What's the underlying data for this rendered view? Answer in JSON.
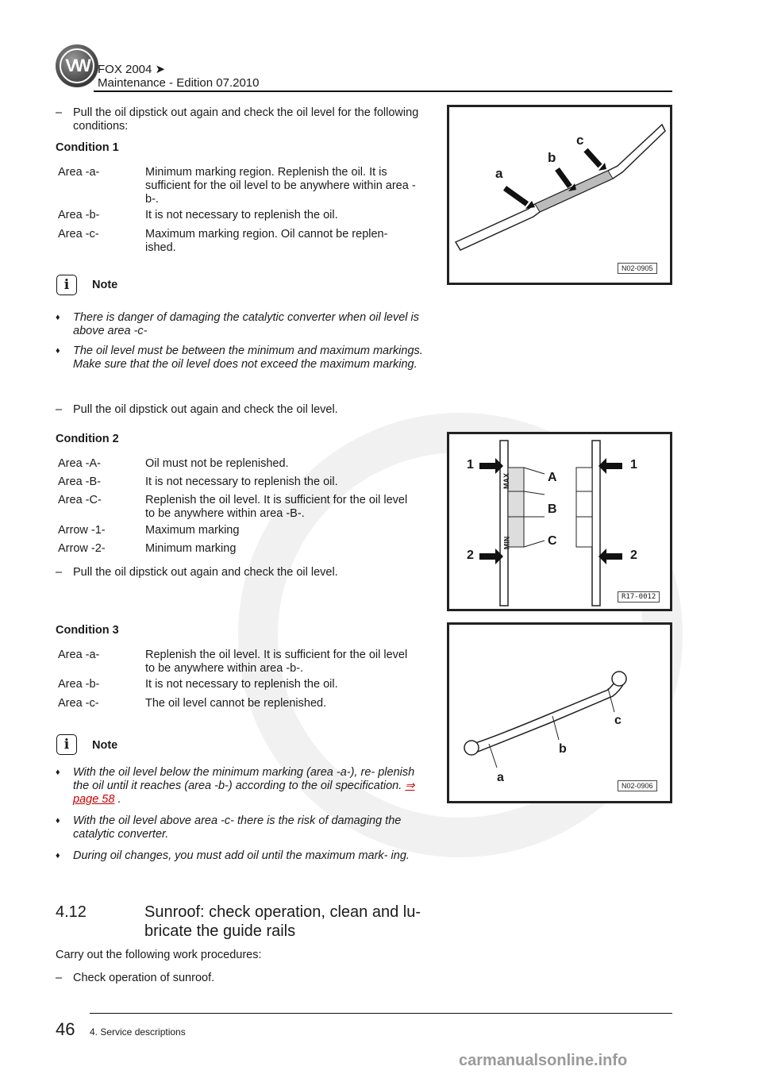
{
  "header": {
    "title": "FOX 2004 ➤",
    "subtitle": "Maintenance - Edition 07.2010",
    "logo_mark": "VW"
  },
  "section1": {
    "step1": "Pull the oil dipstick out again and check the oil level for the following conditions:",
    "condition1_title": "Condition 1",
    "condition1_rows": [
      {
        "term": "Area -a-",
        "desc": "Minimum marking region. Replenish the oil. It is sufficient for the oil level to be anywhere within area -b-."
      },
      {
        "term": "Area -b-",
        "desc": "It is not necessary to replenish the oil."
      },
      {
        "term": "Area -c-",
        "desc": "Maximum marking region. Oil cannot be replen- ished."
      }
    ],
    "note_label": "Note",
    "note1_bullets": [
      "There is danger of damaging the catalytic converter when oil level is above area -c-",
      "The oil level must be between the minimum and maximum markings. Make sure that the oil level does not exceed the maximum marking."
    ],
    "step2": "Pull the oil dipstick out again and check the oil level.",
    "condition2_title": "Condition 2",
    "condition2_rows": [
      {
        "term": "Area -A-",
        "desc": "Oil must not be replenished."
      },
      {
        "term": "Area -B-",
        "desc": "It is not necessary to replenish the oil."
      },
      {
        "term": "Area -C-",
        "desc": "Replenish the oil level. It is sufficient for the oil level to be anywhere within area -B-."
      },
      {
        "term": "Arrow -1-",
        "desc": "Maximum marking"
      },
      {
        "term": "Arrow -2-",
        "desc": "Minimum marking"
      }
    ],
    "step3": "Pull the oil dipstick out again and check the oil level.",
    "condition3_title": "Condition 3",
    "condition3_rows": [
      {
        "term": "Area -a-",
        "desc": "Replenish the oil level. It is sufficient for the oil level to be anywhere within area -b-."
      },
      {
        "term": "Area -b-",
        "desc": "It is not necessary to replenish the oil."
      },
      {
        "term": "Area -c-",
        "desc": "The oil level cannot be replenished."
      }
    ],
    "note2_bullets": [
      {
        "text": "With the oil level below the minimum marking (area -a-), re- plenish the oil until it reaches (area -b-) according to the oil specification.",
        "link": "⇒ page 58",
        "after": "."
      },
      {
        "text": "With the oil level above area -c- there is the risk of damaging the catalytic converter."
      },
      {
        "text": "During oil changes, you must add oil until the maximum mark- ing."
      }
    ]
  },
  "section2": {
    "number": "4.12",
    "title_line1": "Sunroof: check operation, clean and lu-",
    "title_line2": "bricate the guide rails",
    "intro": "Carry out the following work procedures:",
    "step1": "Check operation of sunroof."
  },
  "figures": {
    "fig1_code": "N02-0905",
    "fig1_labels": [
      "a",
      "b",
      "c"
    ],
    "fig2_code": "R17-0012",
    "fig2_labels": [
      "1",
      "2",
      "A",
      "B",
      "C",
      "1",
      "2"
    ],
    "fig2_text": [
      "MAX",
      "MIN"
    ],
    "fig3_code": "N02-0906",
    "fig3_labels": [
      "a",
      "b",
      "c"
    ]
  },
  "footer": {
    "page_number": "46",
    "chapter": "4. Service descriptions",
    "site": "carmanualsonline.info"
  },
  "dash": "–",
  "diamond": "♦",
  "note_icon_glyph": "i"
}
